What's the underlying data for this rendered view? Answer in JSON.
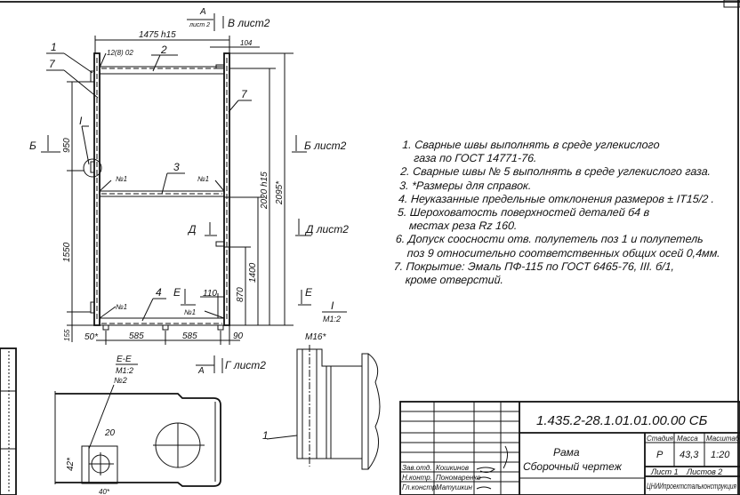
{
  "notes": [
    "1. Сварные швы выполнять в среде углекислого",
    "газа по ГОСТ 14771-76.",
    "2. Сварные швы № 5 выполнять в среде углекислого газа.",
    "3. *Размеры для справок.",
    "4. Неуказанные предельные отклонения размеров ± IT15/2 .",
    "5. Шероховатость поверхностей деталей б4 в",
    "местах реза Rz 160.",
    "6. Допуск соосности отв. полупетель поз 1 и полупетель",
    "поз 9 относительно соответственных общих осей 0,4мм.",
    "7. Покрытие: Эмаль ПФ-115 по ГОСТ 6465-76, III. б/1,",
    "кроме отверстий."
  ],
  "dimensions": {
    "width": "1475 h15",
    "d104": "104",
    "weld": "12(8) 02",
    "h950": "950",
    "h1550": "1550",
    "h155": "155",
    "h2020": "2020 h15",
    "h2095": "2095*",
    "h1400": "1400",
    "h870": "870",
    "d110": "110",
    "b50": "50*",
    "b585a": "585",
    "b585b": "585",
    "b90": "90",
    "m16": "M16*",
    "d20": "20",
    "d42": "42*",
    "d40": "40*"
  },
  "positions": {
    "p1": "1",
    "p7a": "7",
    "p2": "2",
    "p7b": "7",
    "p3": "3",
    "p4": "4",
    "p1b": "1",
    "w1a": "№1",
    "w1b": "№1",
    "w1c": "№1",
    "w1d": "№1",
    "w2": "№2"
  },
  "sections": {
    "a_top": "А",
    "a_top_sheet": "лист 2",
    "b_top": "В лист2",
    "b_left": "Б",
    "b_right": "Б лист2",
    "d_mid": "Д",
    "d_right": "Д лист2",
    "e_mid": "Е",
    "e_right": "Е",
    "t_label": "I",
    "t_scale": "М1:2",
    "detail_t_label": "I",
    "a_bottom": "А",
    "g_bottom": "Г лист2",
    "ee_title": "Е-Е",
    "ee_scale": "М1:2"
  },
  "title_block": {
    "designation": "1.435.2-28.1.01.01.00.00 СБ",
    "name_line1": "Рама",
    "name_line2": "Сборочный чертеж",
    "stage_header": "Стадия",
    "mass_header": "Масса",
    "scale_header": "Масштаб",
    "stage": "Р",
    "mass": "43,3",
    "scale": "1:20",
    "sheet": "Лист 1",
    "sheets": "Листов 2",
    "org": "ЦНИИпроектстальконструкция",
    "roles": [
      "Зав.отд.",
      "Н.контр.",
      "Гл.констр."
    ],
    "people": [
      "Кошкинов",
      "Пономаренко",
      "Матушкин"
    ]
  }
}
